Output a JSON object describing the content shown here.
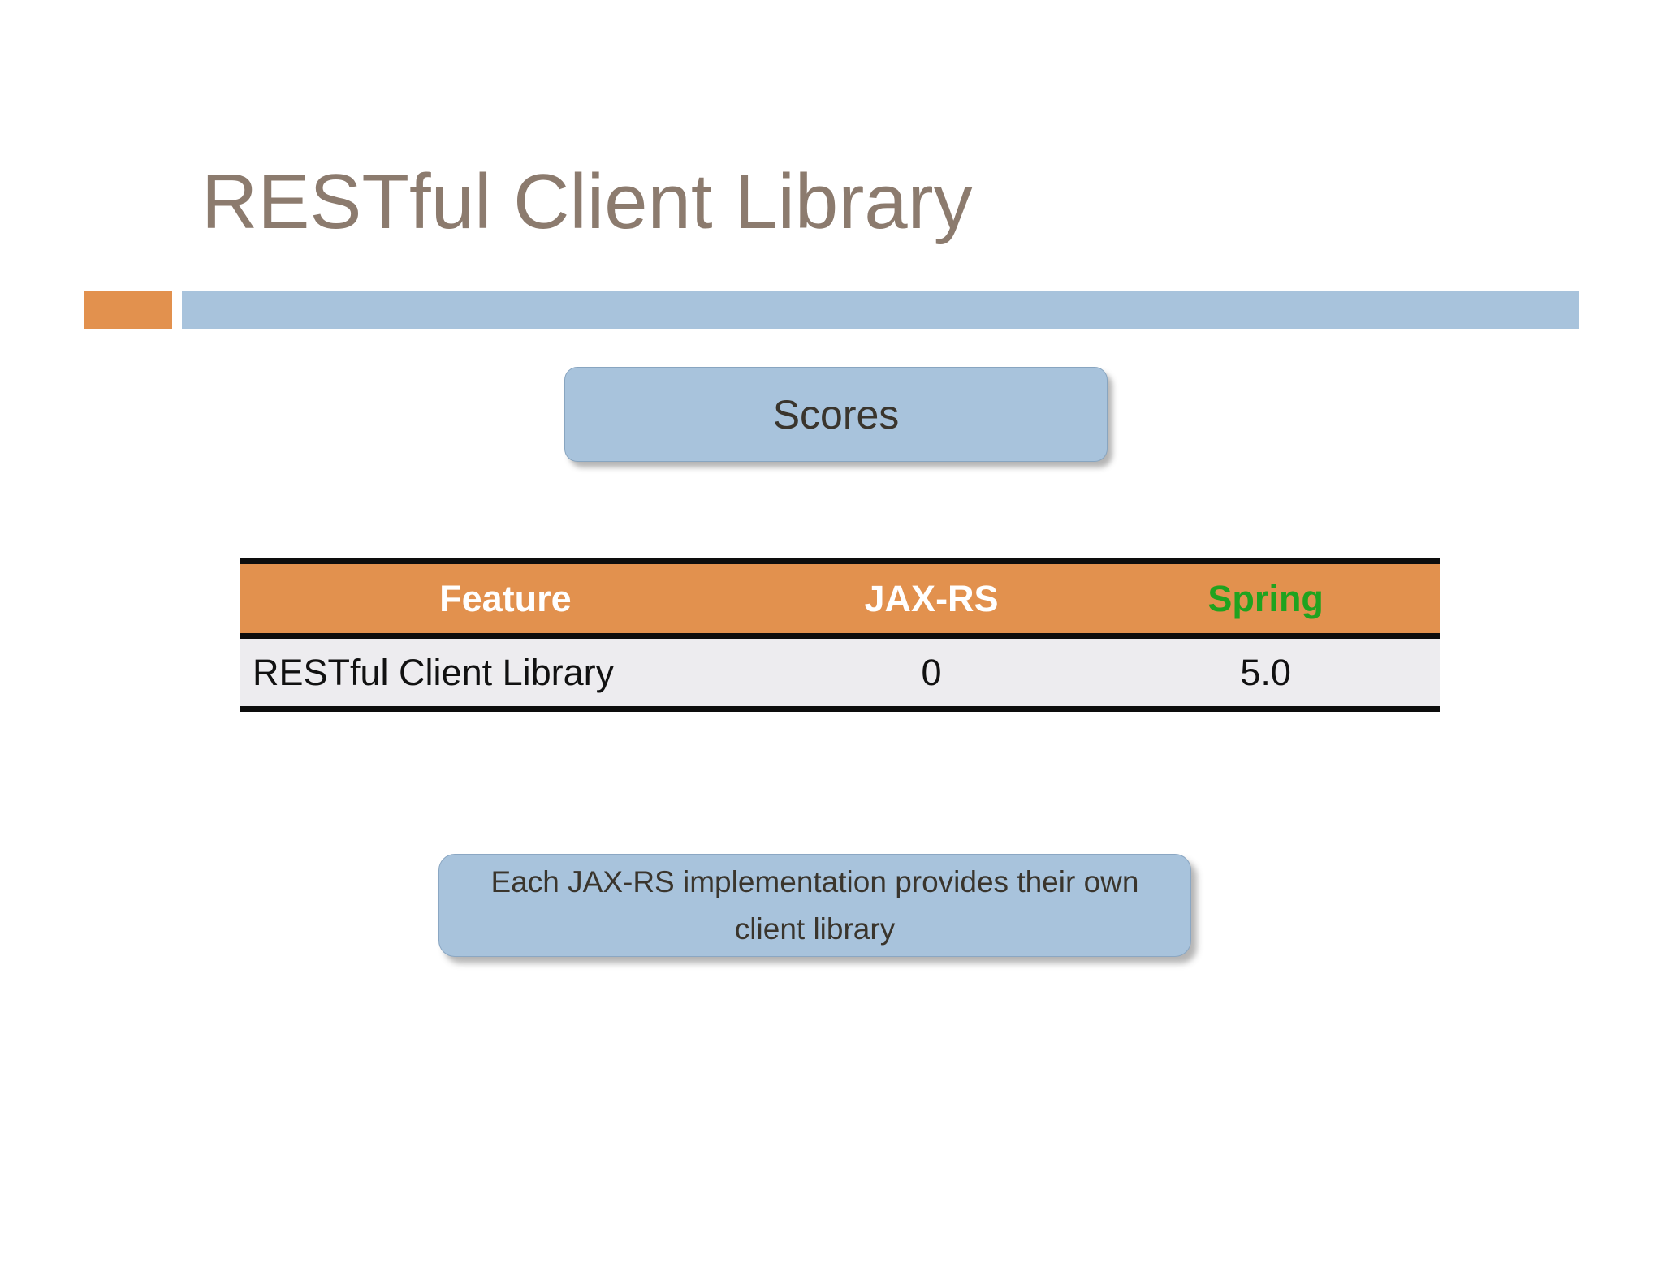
{
  "colors": {
    "title": "#8C7B6E",
    "accent-orange": "#E2914E",
    "accent-blue": "#A8C3DC",
    "spring-green": "#1FA31F",
    "row-bg": "#EDECEF",
    "table-border": "#0D0D0D",
    "dark-text": "#3A352D",
    "header-text": "#FFFFFF",
    "cell-text": "#111111"
  },
  "header": {
    "title": "RESTful Client Library"
  },
  "scores_box": {
    "label": "Scores"
  },
  "table": {
    "columns": [
      "Feature",
      "JAX-RS",
      "Spring"
    ],
    "rows": [
      {
        "feature": "RESTful Client Library",
        "jaxrs": "0",
        "spring": "5.0"
      }
    ]
  },
  "callout": {
    "text": "Each JAX-RS implementation provides their own client library"
  }
}
